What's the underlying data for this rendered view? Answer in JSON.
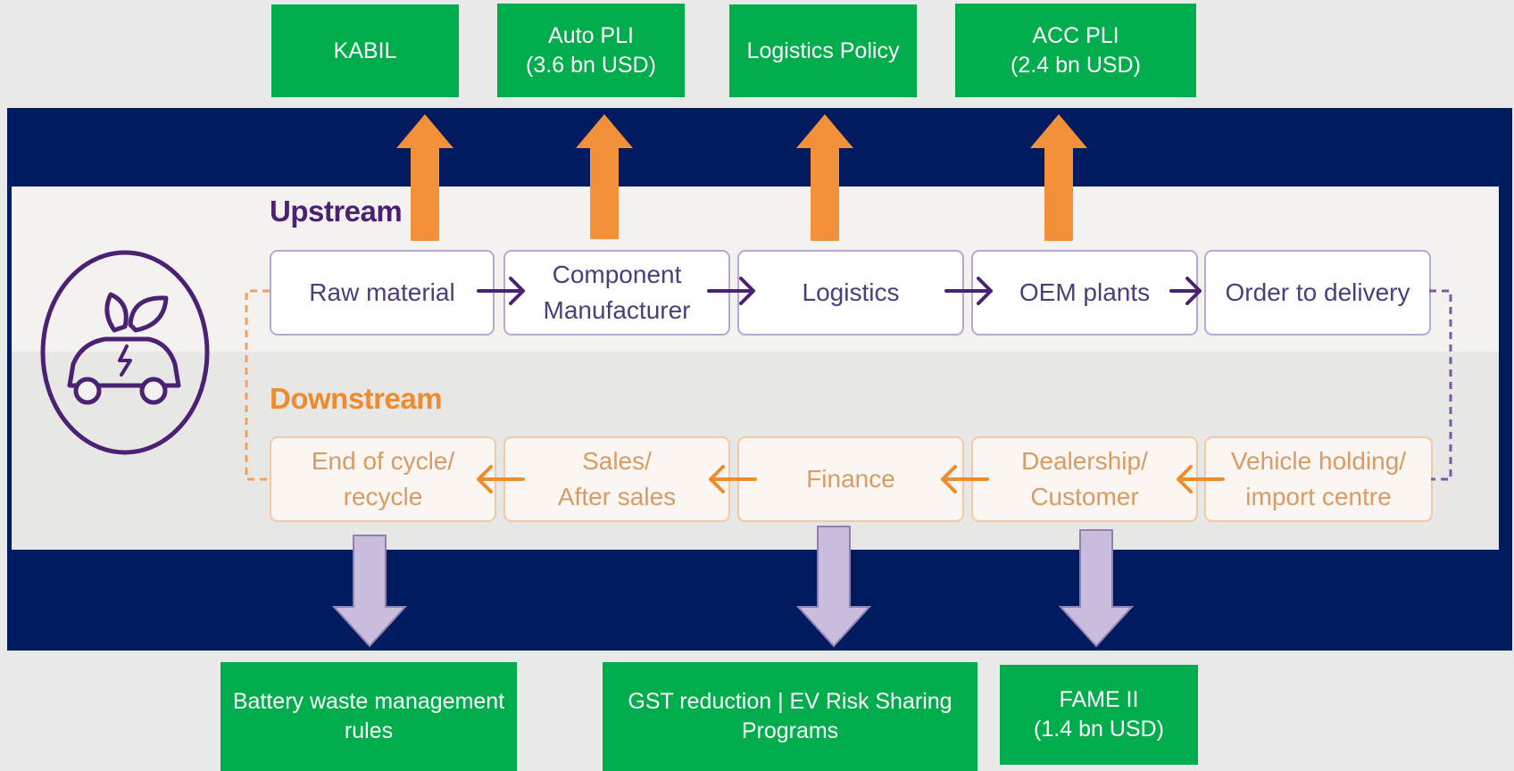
{
  "policies_top": [
    {
      "line1": "KABIL",
      "line2": ""
    },
    {
      "line1": "Auto PLI",
      "line2": "(3.6 bn USD)"
    },
    {
      "line1": "Logistics Policy",
      "line2": ""
    },
    {
      "line1": "ACC PLI",
      "line2": "(2.4 bn USD)"
    }
  ],
  "upstream": {
    "title": "Upstream",
    "steps": [
      {
        "line1": "Raw material",
        "line2": ""
      },
      {
        "line1": "Component",
        "line2": "Manufacturer"
      },
      {
        "line1": "Logistics",
        "line2": ""
      },
      {
        "line1": "OEM plants",
        "line2": ""
      },
      {
        "line1": "Order to delivery",
        "line2": ""
      }
    ]
  },
  "downstream": {
    "title": "Downstream",
    "steps": [
      {
        "line1": "End of cycle/",
        "line2": "recycle"
      },
      {
        "line1": "Sales/",
        "line2": "After sales"
      },
      {
        "line1": "Finance",
        "line2": ""
      },
      {
        "line1": "Dealership/",
        "line2": "Customer"
      },
      {
        "line1": "Vehicle holding/",
        "line2": "import centre"
      }
    ]
  },
  "policies_bottom": [
    {
      "line1": "Battery waste management",
      "line2": "rules"
    },
    {
      "line1": "GST reduction | EV Risk Sharing",
      "line2": "Programs"
    },
    {
      "line1": "FAME II",
      "line2": "(1.4 bn USD)"
    }
  ],
  "icons": {
    "logo": "ev-car-leaf-icon",
    "up_arrow": "orange-up-arrow-icon",
    "down_arrow": "lavender-down-arrow-icon",
    "flow_right": "purple-right-arrow-icon",
    "flow_left": "orange-left-arrow-icon"
  },
  "colors": {
    "policy_green": "#00ad4c",
    "navy": "#001b5e",
    "upstream_purple": "#4b2273",
    "downstream_orange": "#f08a2e",
    "arrow_orange": "#f2913a",
    "arrow_lavender": "#c9bcdc"
  }
}
